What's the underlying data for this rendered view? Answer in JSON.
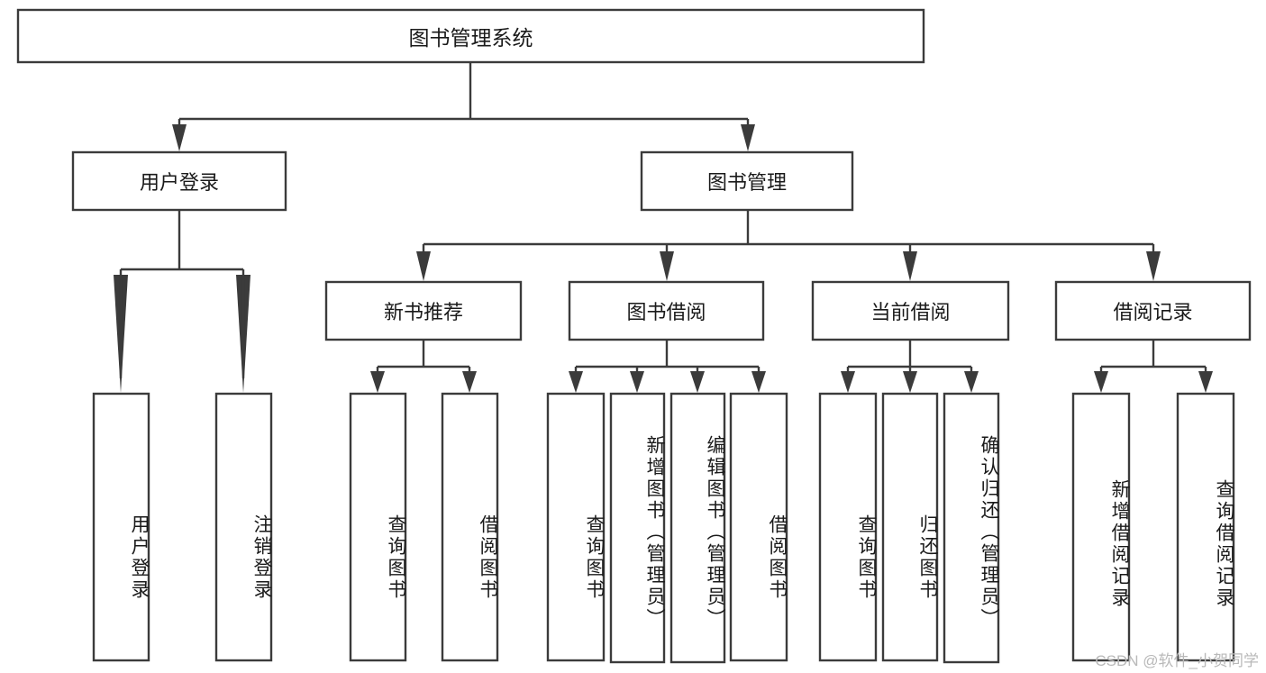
{
  "diagram": {
    "type": "tree-hierarchy",
    "title_node": {
      "label": "图书管理系统"
    },
    "level2": [
      {
        "label": "用户登录"
      },
      {
        "label": "图书管理"
      }
    ],
    "level3": [
      {
        "label": "新书推荐"
      },
      {
        "label": "图书借阅"
      },
      {
        "label": "当前借阅"
      },
      {
        "label": "借阅记录"
      }
    ],
    "leaves": {
      "user_login": [
        {
          "label": "用户登录"
        },
        {
          "label": "注销登录"
        }
      ],
      "new_book_recommend": [
        {
          "label": "查询图书"
        },
        {
          "label": "借阅图书"
        }
      ],
      "book_borrow": [
        {
          "label": "查询图书"
        },
        {
          "label": "新增图书（管理员）"
        },
        {
          "label": "编辑图书（管理员）"
        },
        {
          "label": "借阅图书"
        }
      ],
      "current_borrow": [
        {
          "label": "查询图书"
        },
        {
          "label": "归还图书"
        },
        {
          "label": "确认归还（管理员）"
        }
      ],
      "borrow_record": [
        {
          "label": "新增借阅记录"
        },
        {
          "label": "查询借阅记录"
        }
      ]
    }
  },
  "watermark": {
    "text": "CSDN @软件_小贺同学"
  },
  "colors": {
    "stroke": "#3b3b3b",
    "fill": "#ffffff",
    "text": "#1a1a1a",
    "watermark": "#b9b9b9"
  }
}
